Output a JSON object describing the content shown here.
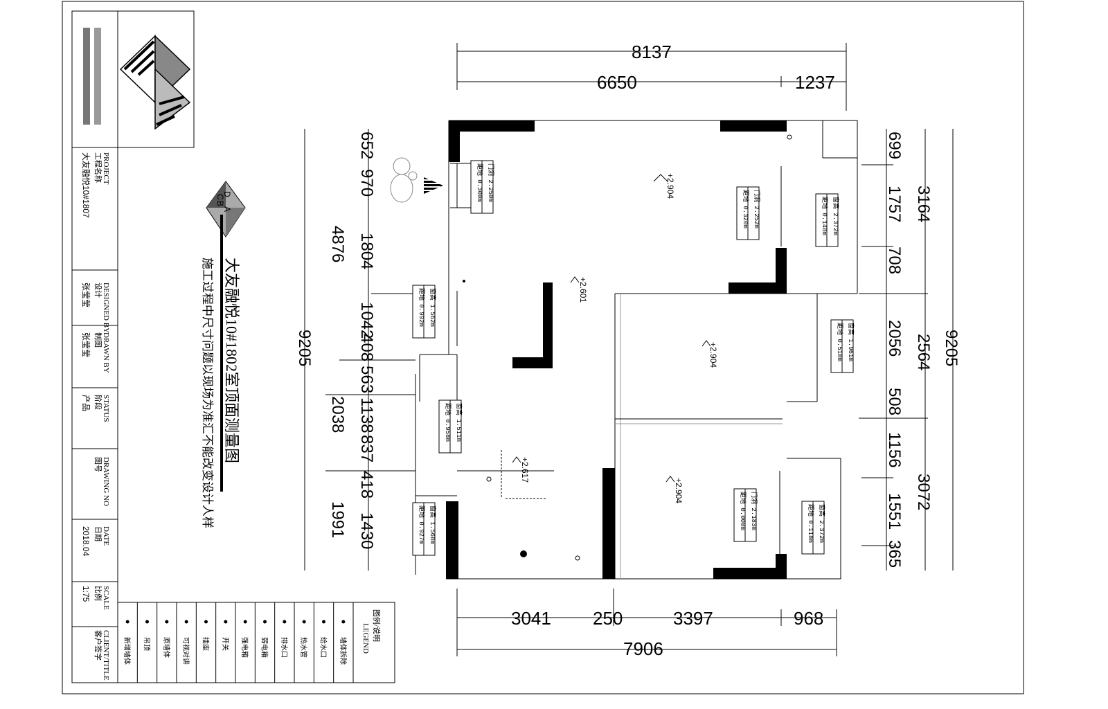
{
  "titleblock": {
    "project_label_en": "PROJECT",
    "project_label_cn": "工程名称",
    "project_value": "大友融悦10#1807",
    "designed_label_en": "DESIGNED BY",
    "designed_label_cn": "设计",
    "designed_value": "张莹莹",
    "drawn_label_en": "DRAWN BY",
    "drawn_label_cn": "制图",
    "drawn_value": "张莹莹",
    "status_label_en": "STATUS",
    "status_label_cn": "阶段",
    "status_value": "产品",
    "drawing_no_label_en": "DRAWING NO",
    "drawing_no_label_cn": "图号",
    "date_label_en": "DATE",
    "date_label_cn": "日期",
    "date_value": "2018.04",
    "scale_label_en": "SCALE",
    "scale_label_cn": "比例",
    "scale_value": "1:75",
    "client_label_en": "CLIENT/TITLE",
    "client_label_cn": "客户签字"
  },
  "drawing": {
    "title": "大友融悦10#1802室顶面测量图",
    "subtitle": "施工过程中尺寸问题以现场为准汇不能改变设计人样",
    "compass": [
      "A",
      "B",
      "D",
      "C"
    ]
  },
  "legend": {
    "header": "图例/说明",
    "header_en": "LEGEND",
    "items": [
      "新增墙体",
      "吊顶",
      "原墙体",
      "可视对讲",
      "插座",
      "开关",
      "强电箱",
      "弱电箱",
      "排水口",
      "热水管",
      "给水口",
      "墙体拆除"
    ]
  },
  "dimensions": {
    "top": [
      "8137",
      "6650",
      "1237"
    ],
    "bottom": [
      "3041",
      "250",
      "3397",
      "968",
      "7906"
    ],
    "left_outer": [
      "9205",
      "4876",
      "2038",
      "1991"
    ],
    "left_inner": [
      "652",
      "970",
      "1804",
      "1042",
      "408",
      "563",
      "1138",
      "837",
      "418",
      "1430"
    ],
    "right_inner": [
      "699",
      "1757",
      "708",
      "2056",
      "508",
      "1156",
      "1551",
      "365"
    ],
    "right_outer": [
      "3164",
      "2564",
      "3072",
      "9205"
    ]
  },
  "elevations": [
    "+2.904",
    "+2.601",
    "+2.904",
    "+2.617",
    "+2.904"
  ],
  "annotations": [
    {
      "label1": "门洞",
      "value1": "2.250m",
      "label2": "距地",
      "value2": "0.300m"
    },
    {
      "label1": "门洞",
      "value1": "2.252m",
      "label2": "距地",
      "value2": "0.320m"
    },
    {
      "label1": "窗高",
      "value1": "2.372m",
      "label2": "距地",
      "value2": "0.148m"
    },
    {
      "label1": "窗高",
      "value1": "1.562m",
      "label2": "距地",
      "value2": "0.992m"
    },
    {
      "label1": "窗高",
      "value1": "1.961m",
      "label2": "距地",
      "value2": "0.510m"
    },
    {
      "label1": "窗高",
      "value1": "1.511m",
      "label2": "距地",
      "value2": "0.958m"
    },
    {
      "label1": "窗高",
      "value1": "1.568m",
      "label2": "距地",
      "value2": "0.927m"
    },
    {
      "label1": "门洞",
      "value1": "2.183m",
      "label2": "距地",
      "value2": "0.000m"
    },
    {
      "label1": "窗高",
      "value1": "2.372m",
      "label2": "距地",
      "value2": "0.118m"
    }
  ]
}
